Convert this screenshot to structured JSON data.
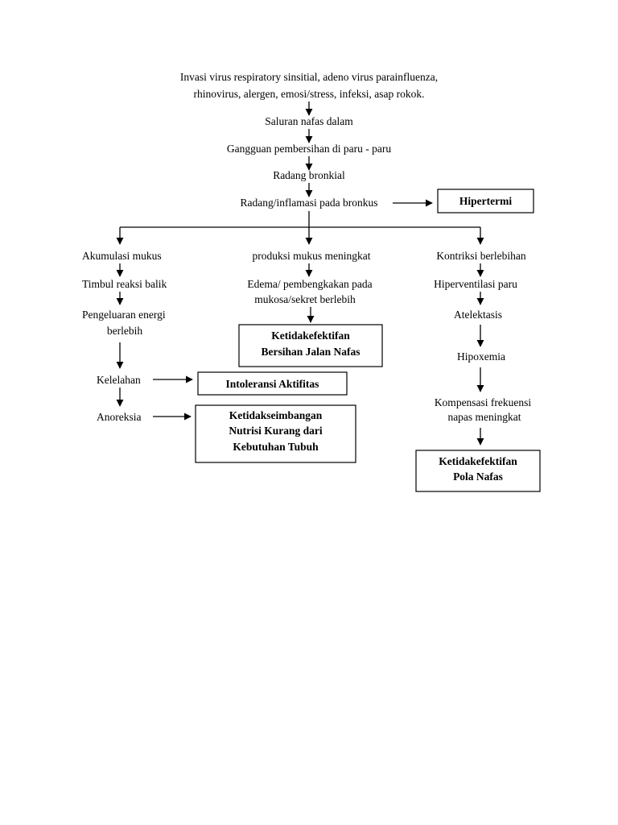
{
  "nodes": {
    "cause_line1": "Invasi virus respiratory sinsitial, adeno virus parainfluenza,",
    "cause_line2": "rhinovirus, alergen, emosi/stress, infeksi, asap rokok.",
    "saluran": "Saluran nafas dalam",
    "gangguan": "Gangguan pembersihan di paru - paru",
    "radang_bronkial": "Radang bronkial",
    "radang_inflamasi": "Radang/inflamasi pada bronkus",
    "akumulasi": "Akumulasi mukus",
    "timbul": "Timbul reaksi balik",
    "pengeluaran_line1": "Pengeluaran energi",
    "pengeluaran_line2": "berlebih",
    "kelelahan": "Kelelahan",
    "anoreksia": "Anoreksia",
    "produksi": "produksi mukus meningkat",
    "edema_line1": "Edema/ pembengkakan pada",
    "edema_line2": "mukosa/sekret berlebih",
    "kontriksi": "Kontriksi berlebihan",
    "hiperventilasi": "Hiperventilasi paru",
    "atelektasis": "Atelektasis",
    "hipoxemia": "Hipoxemia",
    "kompensasi_line1": "Kompensasi frekuensi",
    "kompensasi_line2": "napas meningkat"
  },
  "diagnoses": {
    "hipertermi": "Hipertermi",
    "bersihan_line1": "Ketidakefektifan",
    "bersihan_line2": "Bersihan Jalan Nafas",
    "intoleransi": "Intoleransi Aktifitas",
    "nutrisi_line1": "Ketidakseimbangan",
    "nutrisi_line2": "Nutrisi Kurang dari",
    "nutrisi_line3": "Kebutuhan Tubuh",
    "pola_line1": "Ketidakefektifan",
    "pola_line2": "Pola Nafas"
  }
}
